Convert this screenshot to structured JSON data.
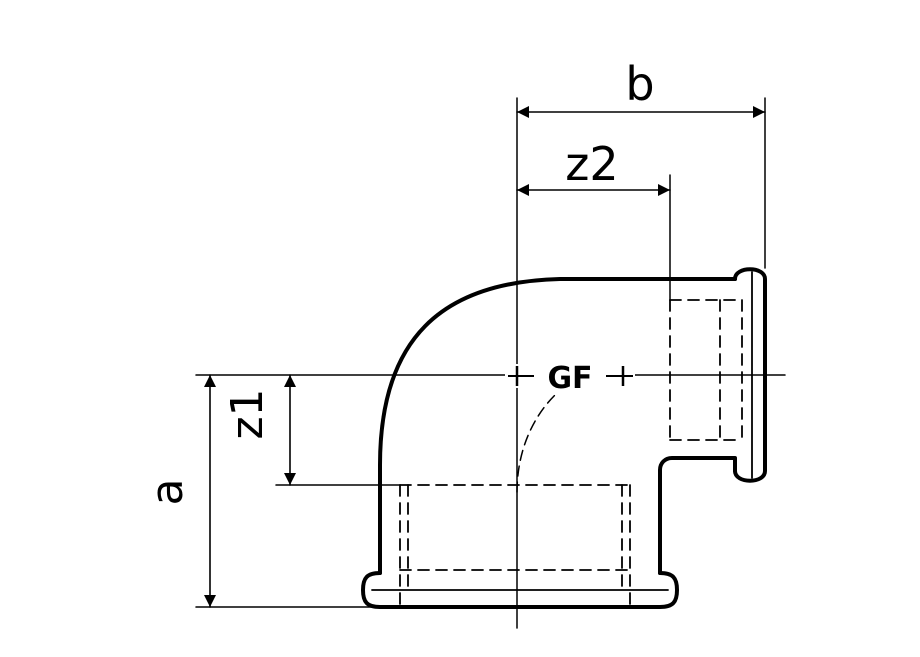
{
  "drawing": {
    "dimensions": {
      "b": "b",
      "z2": "z2",
      "z1": "z1",
      "a": "a"
    },
    "logo_text": "GF"
  },
  "colors": {
    "line": "#000000",
    "background": "#ffffff"
  }
}
